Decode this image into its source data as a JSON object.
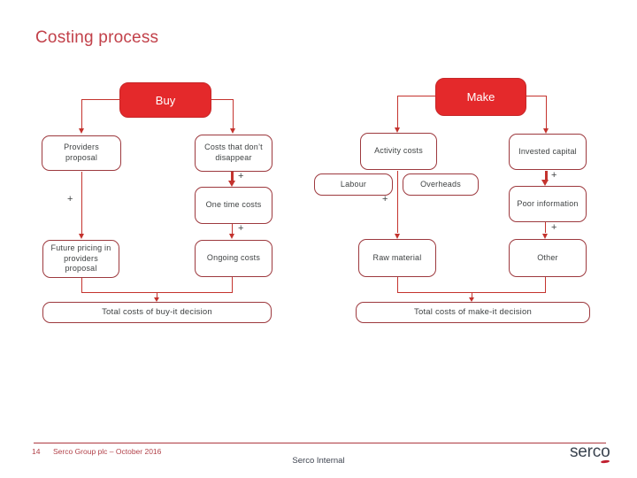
{
  "slide": {
    "title": "Costing process",
    "classification": "Serco Internal",
    "page_number": "14",
    "footer_text": "Serco Group plc – October 2016",
    "logo_text": "serco"
  },
  "colors": {
    "title_red": "#C2414A",
    "header_fill_red": "#E4292B",
    "node_border_maroon": "#9D393E",
    "connector_red": "#C4332E",
    "node_text_gray": "#3F4243",
    "footer_red": "#B2424A",
    "logo_dark": "#3B4450",
    "logo_accent_red": "#C01F2F"
  },
  "diagram": {
    "plus": "+",
    "buy_branch": {
      "header": "Buy",
      "providers_proposal": "Providers proposal",
      "costs_that_dont_disappear": "Costs that don’t disappear",
      "one_time_costs": "One time costs",
      "future_pricing": "Future pricing in providers proposal",
      "ongoing_costs": "Ongoing costs",
      "total": "Total costs of buy-it decision"
    },
    "make_branch": {
      "header": "Make",
      "activity_costs": "Activity costs",
      "labour": "Labour",
      "overheads": "Overheads",
      "invested_capital": "Invested capital",
      "poor_information": "Poor information",
      "raw_material": "Raw material",
      "other": "Other",
      "total": "Total costs of make-it decision"
    }
  }
}
